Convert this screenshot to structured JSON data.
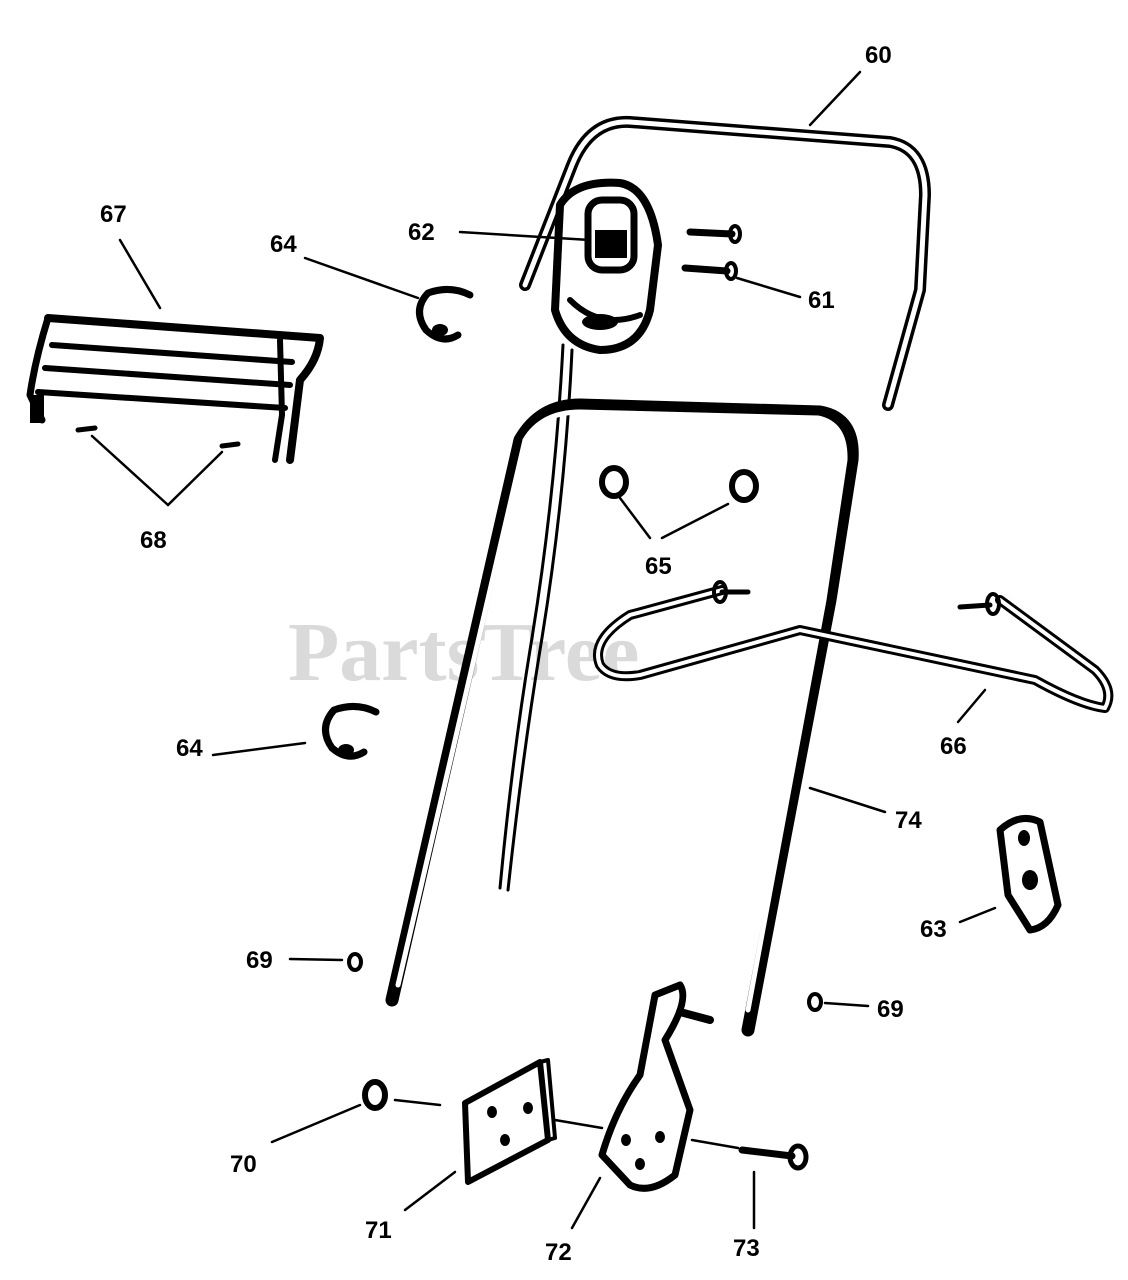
{
  "watermark": "PartsTree",
  "labels": {
    "p60": "60",
    "p61": "61",
    "p62": "62",
    "p63": "63",
    "p64a": "64",
    "p64b": "64",
    "p65": "65",
    "p66": "66",
    "p67": "67",
    "p68": "68",
    "p69a": "69",
    "p69b": "69",
    "p70": "70",
    "p71": "71",
    "p72": "72",
    "p73": "73",
    "p74": "74"
  }
}
